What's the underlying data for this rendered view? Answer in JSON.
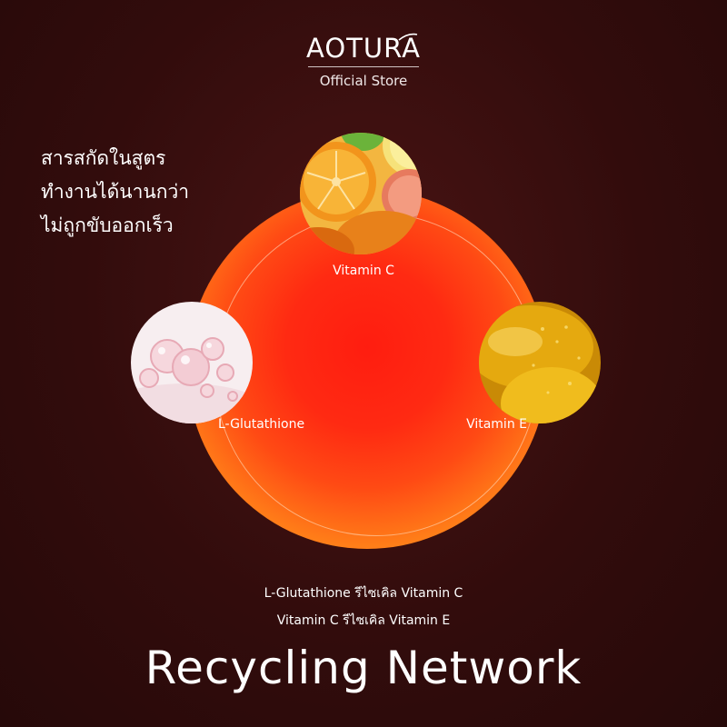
{
  "brand": {
    "name": "AOTURA",
    "subtitle": "Official Store"
  },
  "tagline": {
    "lines": [
      "สารสกัดในสูตร",
      "ทำงานได้นานกว่า",
      "ไม่ถูกขับออกเร็ว"
    ]
  },
  "network": {
    "nodes": {
      "vitamin_c": {
        "label": "Vitamin C",
        "image": "citrus-fruit-image"
      },
      "l_glutathione": {
        "label": "L-Glutathione",
        "image": "pink-bubbles-image"
      },
      "vitamin_e": {
        "label": "Vitamin E",
        "image": "golden-oil-image"
      }
    }
  },
  "description": {
    "line1": "L-Glutathione รีไซเคิล Vitamin C",
    "line2": "Vitamin C รีไซเคิล Vitamin E"
  },
  "headline": "Recycling Network",
  "colors": {
    "background": "#320c0c",
    "circle_center": "#ff1d10",
    "circle_edge": "#ffa626",
    "text": "#ffffff"
  }
}
